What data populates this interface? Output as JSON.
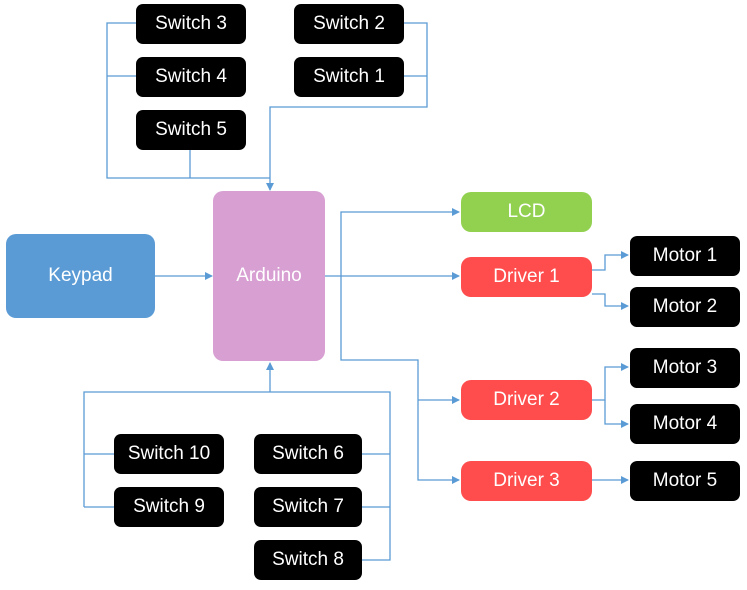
{
  "colors": {
    "connector": "#5b9bd5",
    "switch_fill": "#000000",
    "switch_text": "#ffffff",
    "keypad_fill": "#5b9bd5",
    "arduino_fill": "#d79fd2",
    "lcd_fill": "#92d050",
    "driver_fill": "#ff4c4c",
    "motor_fill": "#000000"
  },
  "nodes": {
    "switch_1": "Switch 1",
    "switch_2": "Switch 2",
    "switch_3": "Switch 3",
    "switch_4": "Switch 4",
    "switch_5": "Switch 5",
    "switch_6": "Switch 6",
    "switch_7": "Switch 7",
    "switch_8": "Switch 8",
    "switch_9": "Switch 9",
    "switch_10": "Switch 10",
    "keypad": "Keypad",
    "arduino": "Arduino",
    "lcd": "LCD",
    "driver_1": "Driver 1",
    "driver_2": "Driver 2",
    "driver_3": "Driver 3",
    "motor_1": "Motor 1",
    "motor_2": "Motor 2",
    "motor_3": "Motor 3",
    "motor_4": "Motor 4",
    "motor_5": "Motor 5"
  }
}
